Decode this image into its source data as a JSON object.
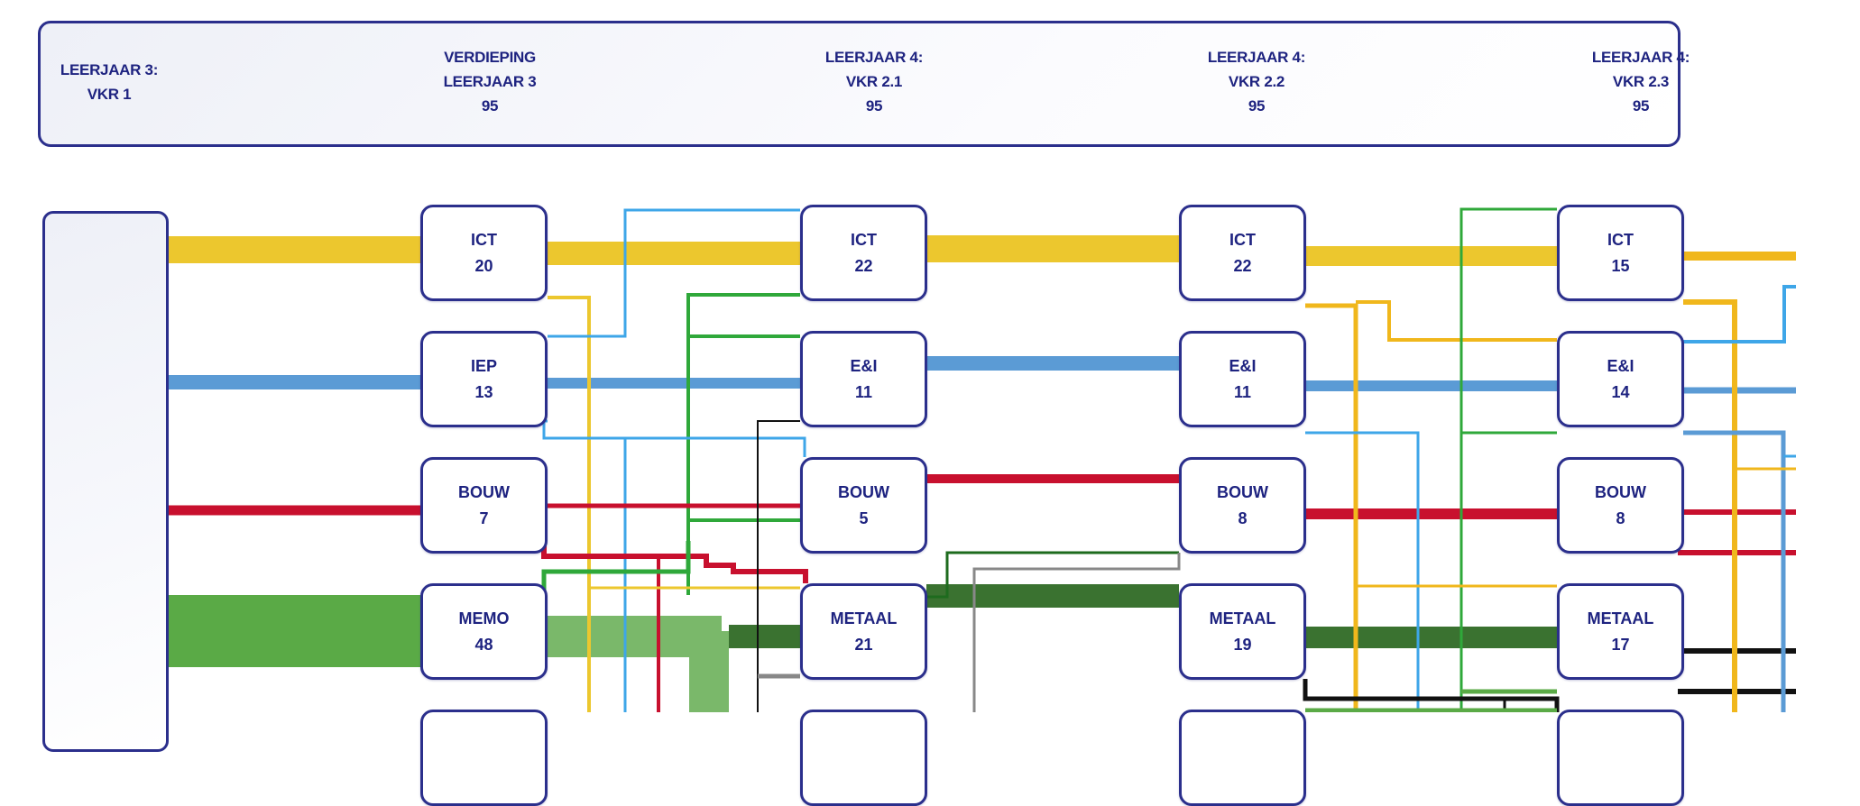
{
  "header": {
    "columns": [
      {
        "label": "LEERJAAR 3:\nVKR 1"
      },
      {
        "label": "VERDIEPING\nLEERJAAR 3\n95"
      },
      {
        "label": "LEERJAAR 4:\nVKR 2.1\n95"
      },
      {
        "label": "LEERJAAR 4:\nVKR 2.2\n95"
      },
      {
        "label": "LEERJAAR 4:\nVKR 2.3\n95"
      }
    ]
  },
  "colors": {
    "border": "#2b2f8c",
    "text": "#1e2380",
    "ict": "#ecc72e",
    "ict_thin": "#f0b71c",
    "iep": "#5b9bd5",
    "light_blue": "#3ea6e8",
    "bouw": "#c8102e",
    "memo": "#5aaa46",
    "memo_light": "#7ab86a",
    "metaal": "#3a7230",
    "green_line": "#2fa83a",
    "dark": "#111111",
    "gray": "#888888"
  },
  "nodes": [
    [
      {
        "name": "ICT",
        "value": "20"
      },
      {
        "name": "IEP",
        "value": "13"
      },
      {
        "name": "BOUW",
        "value": "7"
      },
      {
        "name": "MEMO",
        "value": "48"
      }
    ],
    [
      {
        "name": "ICT",
        "value": "22"
      },
      {
        "name": "E&I",
        "value": "11"
      },
      {
        "name": "BOUW",
        "value": "5"
      },
      {
        "name": "METAAL",
        "value": "21"
      }
    ],
    [
      {
        "name": "ICT",
        "value": "22"
      },
      {
        "name": "E&I",
        "value": "11"
      },
      {
        "name": "BOUW",
        "value": "8"
      },
      {
        "name": "METAAL",
        "value": "19"
      }
    ],
    [
      {
        "name": "ICT",
        "value": "15"
      },
      {
        "name": "E&I",
        "value": "14"
      },
      {
        "name": "BOUW",
        "value": "8"
      },
      {
        "name": "METAAL",
        "value": "17"
      }
    ]
  ]
}
